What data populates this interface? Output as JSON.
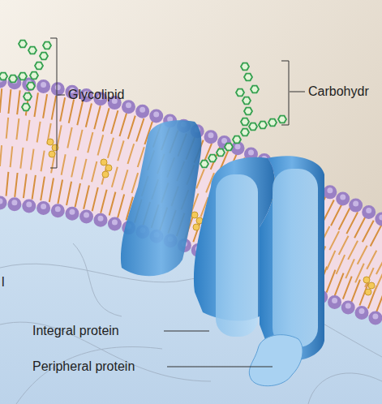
{
  "diagram": {
    "labels": [
      "Glycolipid",
      "Carbohydr",
      "l",
      "Integral protein",
      "Peripheral protein"
    ]
  }
}
